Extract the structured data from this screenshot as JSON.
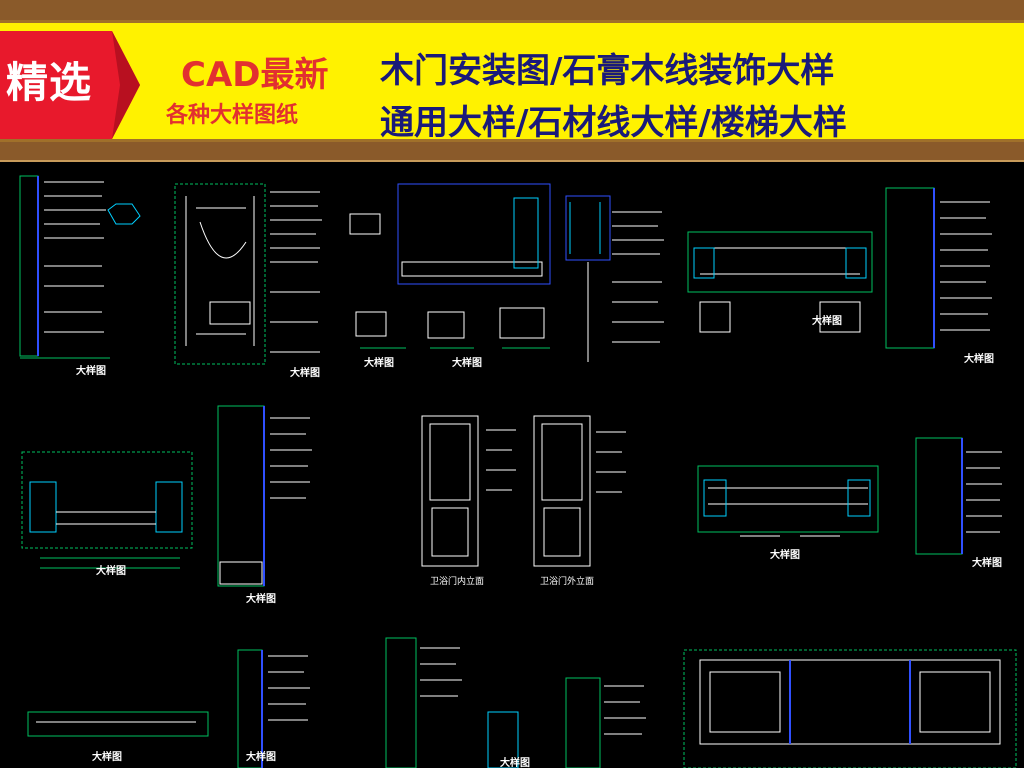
{
  "banner": {
    "badge": "精选",
    "subtitle_line1": "CAD最新",
    "subtitle_line2": "各种大样图纸",
    "headline_line1": "木门安装图/石膏木线装饰大样",
    "headline_line2": "通用大样/石材线大样/楼梯大样"
  },
  "drawings": {
    "detail_label": "大样图",
    "door_inner_label": "卫浴门内立面",
    "door_outer_label": "卫浴门外立面"
  },
  "colors": {
    "banner_bg": "#fff200",
    "badge_red": "#e8192c",
    "subtitle_red": "#e23030",
    "headline_blue": "#1a1a7a",
    "frame_brown": "#8a5a2a",
    "cad_green": "#00c060",
    "cad_cyan": "#00d0ff",
    "cad_white": "#ffffff",
    "cad_blue": "#3050ff"
  }
}
